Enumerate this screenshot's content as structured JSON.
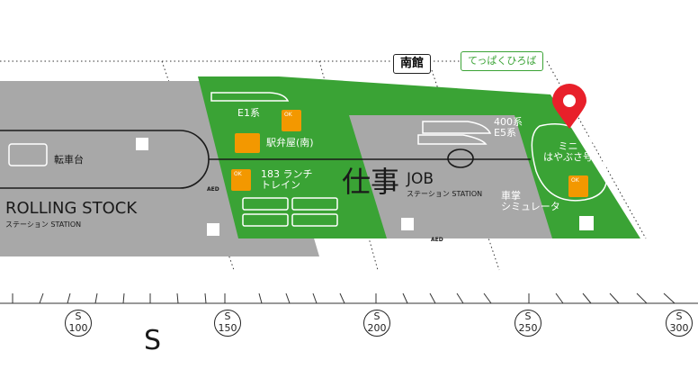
{
  "buildings": {
    "south_hall": "南館",
    "teppaku_hiroba": "てっぱくひろば"
  },
  "zones": {
    "rolling_stock": {
      "title": "ROLLING STOCK",
      "subtitle": "ステーション STATION"
    },
    "job": {
      "title_jp": "仕事",
      "title_en": "JOB",
      "subtitle": "ステーション STATION"
    }
  },
  "exhibits": {
    "turntable": "転車台",
    "e1": "E1系",
    "ekiben": "駅弁屋(南)",
    "lunch_train": "183 ランチ\nトレイン",
    "s400_e5": "400系\nE5系",
    "simulator": "車掌\nシミュレータ",
    "mini_hayabusa": "ミニ\nはやぶさ号"
  },
  "ok_badge": "OK",
  "aed": "AED",
  "markers": [
    {
      "s": "S",
      "n": "100"
    },
    {
      "s": "S",
      "n": "150"
    },
    {
      "s": "S",
      "n": "200"
    },
    {
      "s": "S",
      "n": "250"
    },
    {
      "s": "S",
      "n": "300"
    }
  ],
  "south_label": "S",
  "colors": {
    "green": "#3aa335",
    "gray": "#a8a8a8",
    "pin": "#e8202a"
  }
}
